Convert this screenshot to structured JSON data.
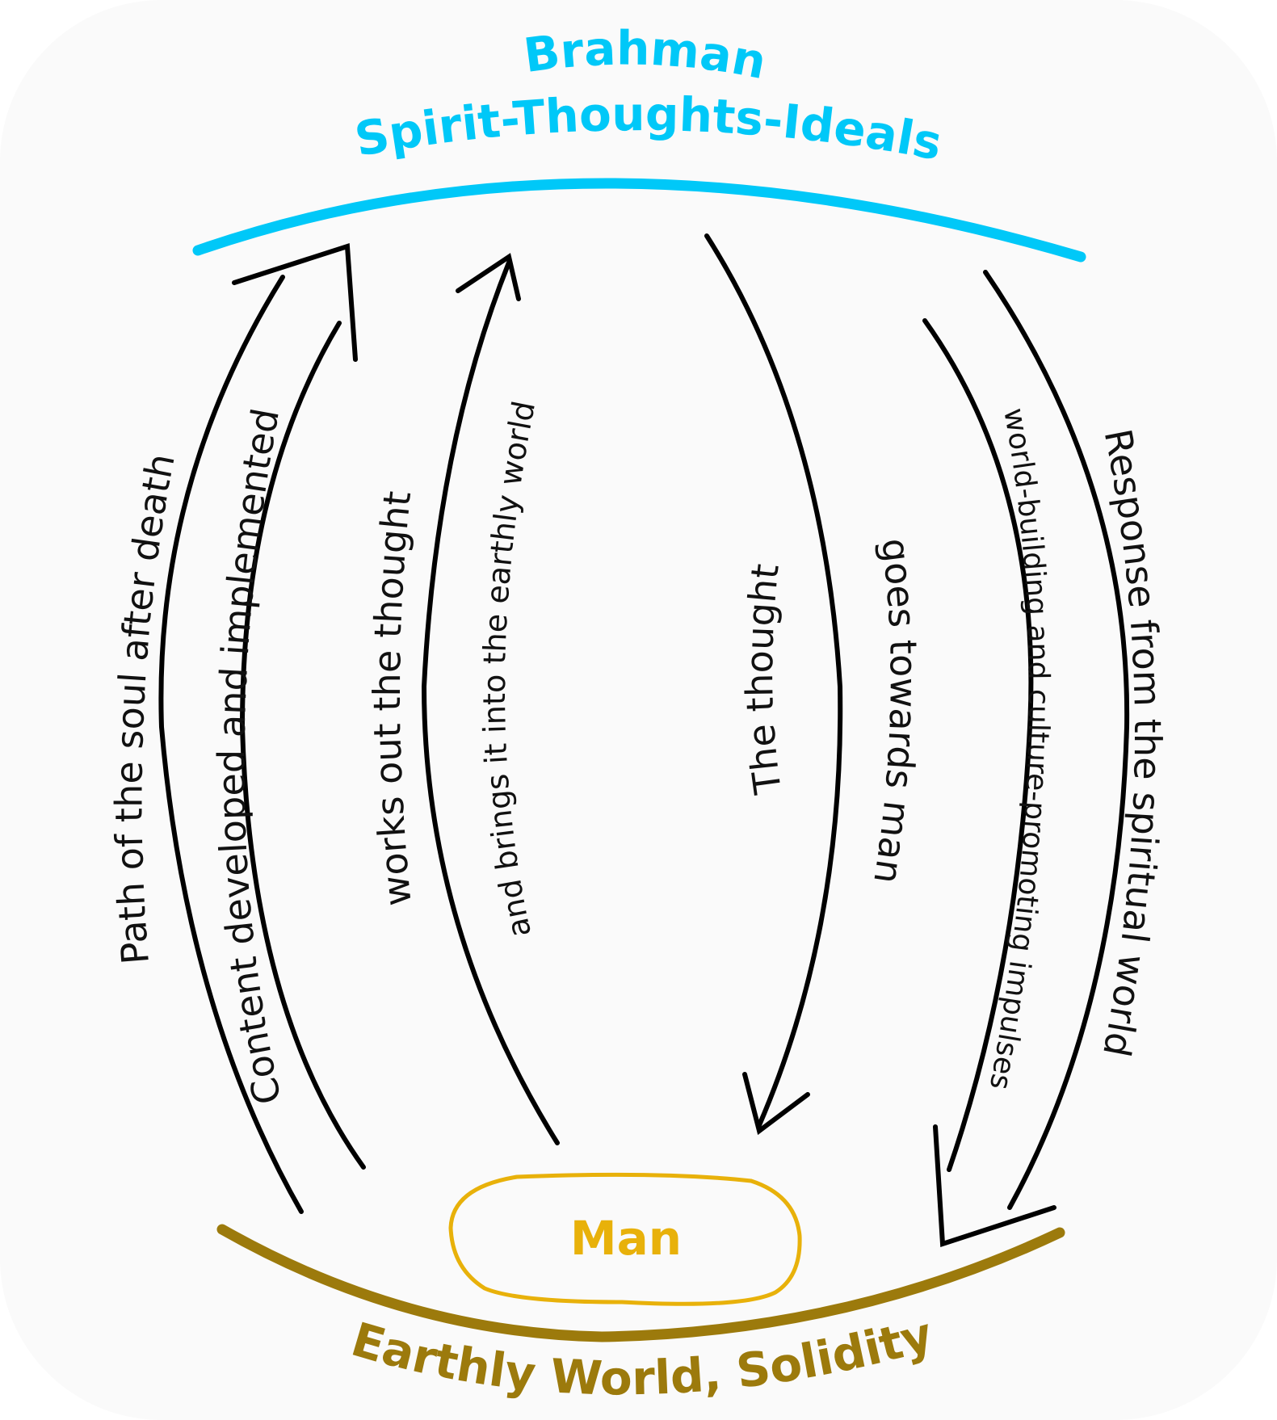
{
  "colors": {
    "spirit": "#00c8f8",
    "earth": "#9c7a0c",
    "man": "#e8b10a",
    "ink": "#000000"
  },
  "top": {
    "line1": "Brahman",
    "line2": "Spirit-Thoughts-Ideals"
  },
  "bottom": {
    "label": "Earthly World, Solidity"
  },
  "center": {
    "man": "Man"
  },
  "arrows": [
    {
      "id": "soul-path",
      "direction": "up",
      "outer_label": "Path of the soul after death",
      "inner_label": "Content developed and implemented"
    },
    {
      "id": "works-out",
      "direction": "up",
      "label_left": "works out the thought",
      "label_right": "and brings it into the earthly world"
    },
    {
      "id": "thought-down",
      "direction": "down",
      "label_left": "The thought",
      "label_right": "goes towards man"
    },
    {
      "id": "response",
      "direction": "down",
      "inner_label": "world-building and culture-promoting impulses",
      "outer_label": "Response from the spiritual world"
    }
  ]
}
